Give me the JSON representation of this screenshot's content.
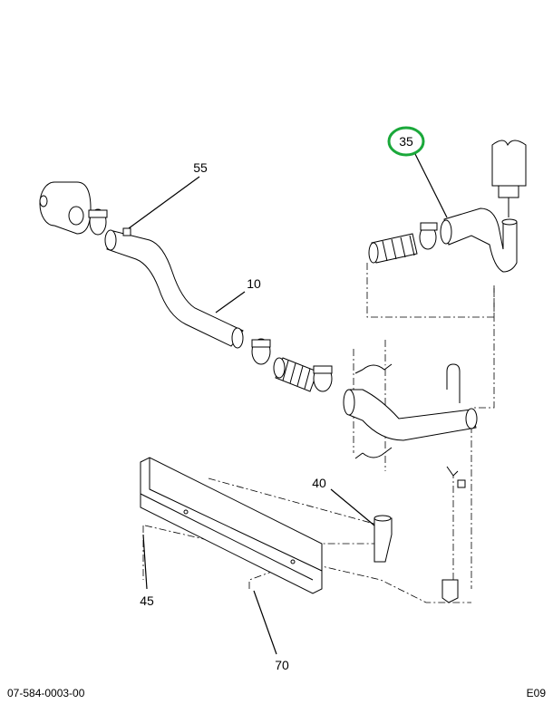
{
  "callouts": {
    "c35": "35",
    "c55": "55",
    "c10": "10",
    "c40": "40",
    "c45": "45",
    "c70": "70"
  },
  "highlight_color": "#1aa83a",
  "footer": {
    "drawing_number": "07-584-0003-00",
    "page_code": "E09"
  }
}
